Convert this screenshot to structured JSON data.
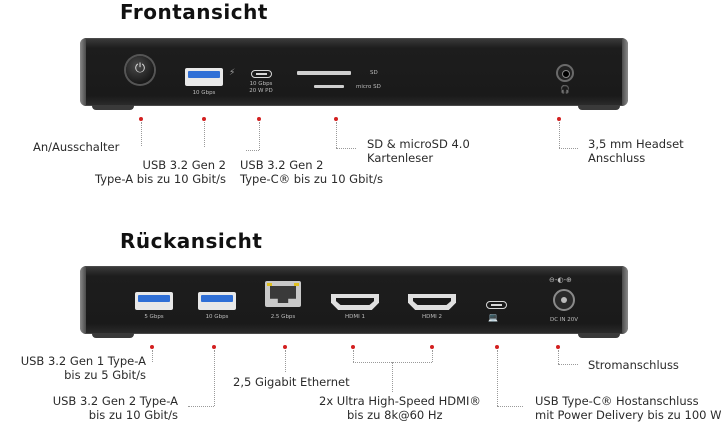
{
  "front": {
    "heading": "Frontansicht",
    "port_labels": {
      "usb_a_speed": "10 Gbps",
      "usb_c_speed": "10 Gbps",
      "usb_c_pd": "20 W PD",
      "sd": "SD",
      "micro_sd": "micro SD"
    },
    "callouts": {
      "power_switch": "An/Ausschalter",
      "usb_a_line1": "USB 3.2 Gen 2",
      "usb_a_line2": "Type-A bis zu 10 Gbit/s",
      "usb_c_line1": "USB 3.2 Gen 2",
      "usb_c_line2": "Type-C® bis zu 10 Gbit/s",
      "card_line1": "SD & microSD 4.0",
      "card_line2": "Kartenleser",
      "headset_line1": "3,5 mm Headset",
      "headset_line2": "Anschluss"
    }
  },
  "rear": {
    "heading": "Rückansicht",
    "port_labels": {
      "usb_a1": "5 Gbps",
      "usb_a2": "10 Gbps",
      "ethernet": "2.5 Gbps",
      "hdmi1": "HDMI 1",
      "hdmi2": "HDMI 2",
      "dc_in": "DC IN 20V"
    },
    "callouts": {
      "usb_gen1_line1": "USB 3.2 Gen 1 Type-A",
      "usb_gen1_line2": "bis zu 5 Gbit/s",
      "usb_gen2_line1": "USB 3.2 Gen 2 Type-A",
      "usb_gen2_line2": "bis zu 10 Gbit/s",
      "ethernet": "2,5 Gigabit Ethernet",
      "hdmi_line1": "2x Ultra High-Speed HDMI®",
      "hdmi_line2": "bis zu 8k@60 Hz",
      "host_line1": "USB Type-C® Hostanschluss",
      "host_line2": "mit Power Delivery bis zu 100 W",
      "power": "Stromanschluss"
    }
  },
  "icons": {
    "power": "power-icon",
    "bolt": "lightning-bolt-icon",
    "headset": "headset-icon",
    "laptop": "laptop-icon",
    "dc_polarity": "dc-polarity-icon"
  },
  "colors": {
    "callout_dot": "#d32020",
    "usb_blue": "#2f6fd6",
    "device_body": "#1a1a1a"
  }
}
